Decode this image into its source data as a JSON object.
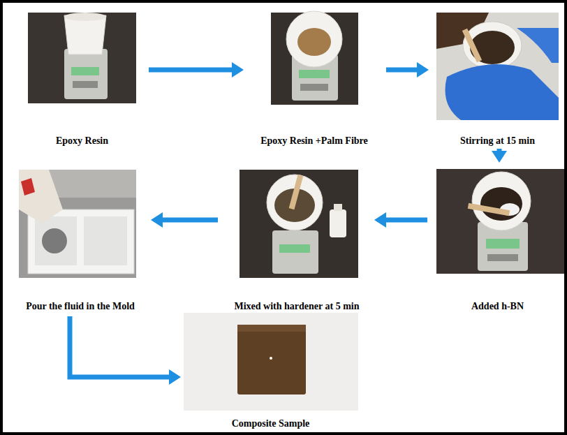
{
  "diagram": {
    "nodes": [
      {
        "text": [
          "Epoxy Resin"
        ]
      },
      {
        "text": [
          "Epoxy Resin +Palm Fibre"
        ]
      },
      {
        "text": [
          "Stirring at 15 min"
        ]
      },
      {
        "text": [
          "Added h-BN"
        ]
      },
      {
        "text": [
          "Mixed with hardener at 5 min"
        ]
      },
      {
        "text": [
          "Pour the fluid in the Mold"
        ]
      },
      {
        "text": [
          "Composite Sample"
        ]
      }
    ],
    "edges": [
      {
        "from": 0,
        "to": 1,
        "arrow": "to"
      },
      {
        "from": 1,
        "to": 2,
        "arrow": "to"
      },
      {
        "from": 2,
        "to": 3,
        "arrow": "to"
      },
      {
        "from": 3,
        "to": 4,
        "arrow": "to"
      },
      {
        "from": 4,
        "to": 5,
        "arrow": "to"
      },
      {
        "from": 5,
        "to": 6,
        "arrow": "to"
      }
    ]
  }
}
